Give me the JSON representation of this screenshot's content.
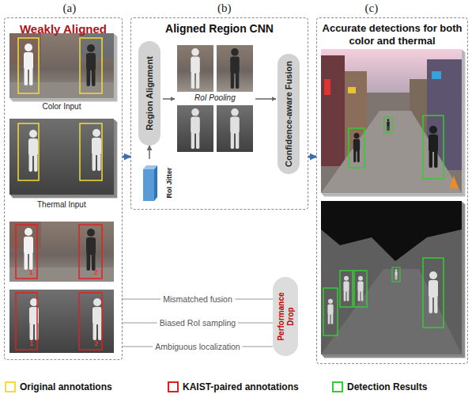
{
  "diagram": {
    "nodes": [
      {
        "text": [
          "Weakly Aligned"
        ]
      },
      {
        "text": [
          "Aligned Region CNN"
        ]
      },
      {
        "text": [
          "Region Alignment"
        ],
        "in": 1
      },
      {
        "text": [
          "RoI Jitter"
        ],
        "in": 1
      },
      {
        "text": [
          "Confidence-aware Fusion"
        ],
        "in": 1
      },
      {
        "text": [
          "Accurate detections for both color and thermal"
        ]
      },
      {
        "text": [
          "Performance Drop"
        ]
      }
    ],
    "edges": [
      {
        "from": 0,
        "to": 1,
        "arrow": "to"
      },
      {
        "from": 1,
        "to": 5,
        "arrow": "to"
      },
      {
        "from": 3,
        "to": 2,
        "arrow": "to"
      },
      {
        "from": 0,
        "to": 6,
        "label": "Mismatched fusion",
        "arrow": "none"
      },
      {
        "from": 0,
        "to": 6,
        "label": "Biased RoI sampling",
        "arrow": "none"
      },
      {
        "from": 0,
        "to": 6,
        "label": "Ambiguous localization",
        "arrow": "none"
      }
    ],
    "labels": [
      "(a)",
      "(b)",
      "(c)",
      "Color Input",
      "Thermal Input",
      "1",
      "2",
      "1",
      "2",
      "RoI Pooling"
    ],
    "legend": [
      {
        "text": "Original annotations",
        "color": "#f2dd3c"
      },
      {
        "text": "KAIST-paired annotations",
        "color": "#e02020"
      },
      {
        "text": "Detection Results",
        "color": "#33cc33"
      }
    ]
  }
}
